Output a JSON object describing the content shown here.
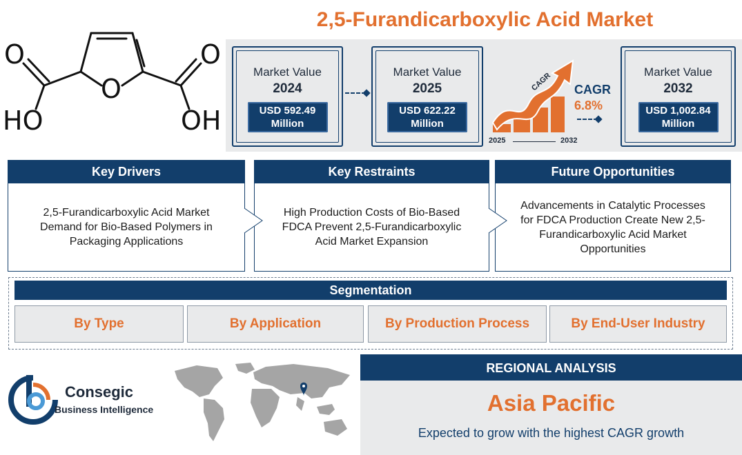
{
  "title": "2,5-Furandicarboxylic Acid Market",
  "molecule": {
    "left_group": "O",
    "left_oh": "HO",
    "ring_o": "O",
    "right_group": "O",
    "right_oh": "OH"
  },
  "kpis": [
    {
      "label": "Market Value",
      "year": "2024",
      "value": "USD 592.49 Million"
    },
    {
      "label": "Market Value",
      "year": "2025",
      "value": "USD 622.22 Million"
    },
    {
      "label": "Market Value",
      "year": "2032",
      "value": "USD 1,002.84 Million"
    }
  ],
  "cagr": {
    "arrow_text": "CAGR",
    "label": "CAGR",
    "value": "6.8%",
    "start_year": "2025",
    "end_year": "2032"
  },
  "factors": [
    {
      "heading": "Key Drivers",
      "text": "2,5-Furandicarboxylic Acid Market Demand for Bio-Based Polymers in Packaging Applications"
    },
    {
      "heading": "Key Restraints",
      "text": "High Production Costs of Bio-Based FDCA Prevent 2,5-Furandicarboxylic Acid Market Expansion"
    },
    {
      "heading": "Future Opportunities",
      "text": "Advancements in Catalytic Processes for FDCA Production Create New 2,5-Furandicarboxylic Acid Market Opportunities"
    }
  ],
  "segmentation": {
    "heading": "Segmentation",
    "items": [
      "By Type",
      "By Application",
      "By Production Process",
      "By End-User Industry"
    ]
  },
  "brand": {
    "name_line1": "Consegic",
    "name_line2": "Business Intelligence"
  },
  "region": {
    "heading": "REGIONAL ANALYSIS",
    "name": "Asia Pacific",
    "note": "Expected to grow with the highest CAGR growth"
  },
  "colors": {
    "navy": "#123e6b",
    "orange": "#e2702f",
    "panel_gray": "#e9eaeb"
  }
}
